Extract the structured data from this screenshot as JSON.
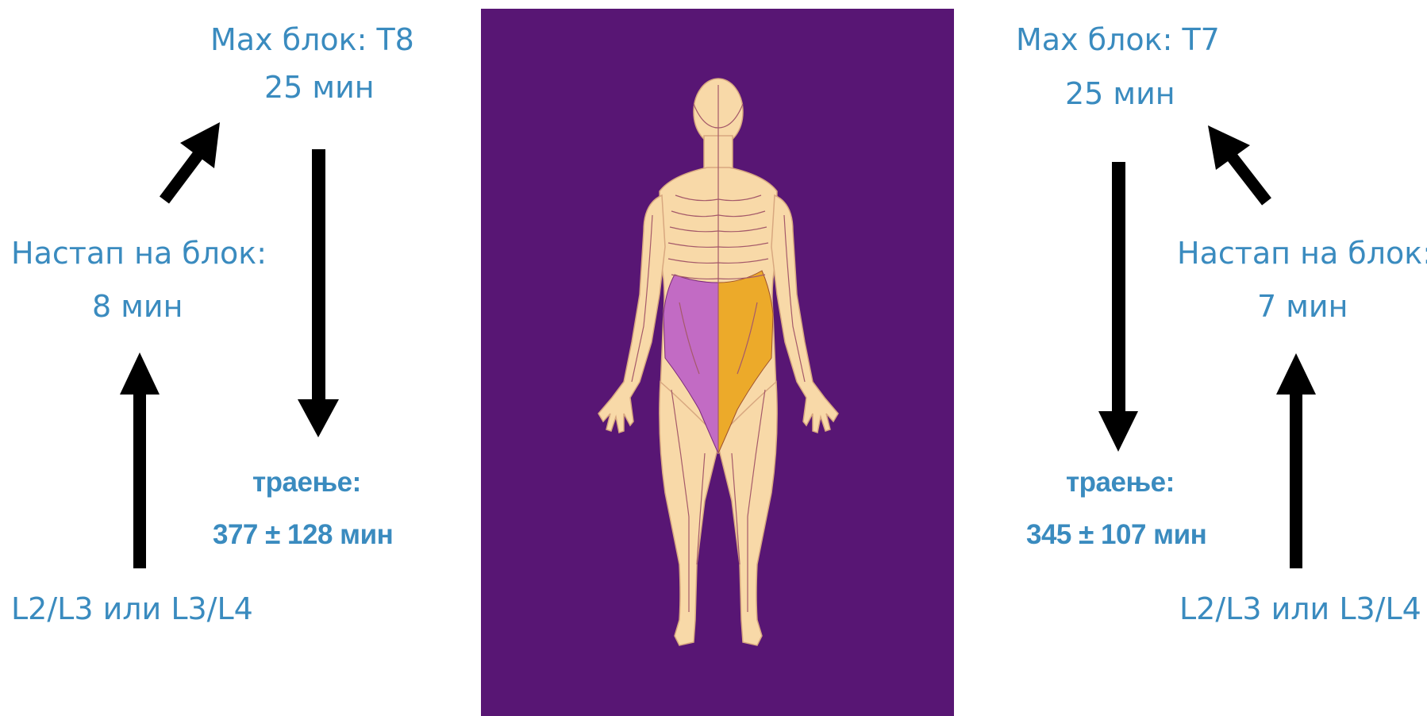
{
  "left": {
    "max_block": "Max  блок: T8",
    "max_time": "25 мин",
    "onset_label": "Настап на блок:",
    "onset_time": "8 мин",
    "duration_label": "траење:",
    "duration_value": "377 ± 128 мин",
    "level": "L2/L3 или L3/L4"
  },
  "right": {
    "max_block": "Max блок: T7",
    "max_time": "25 мин",
    "onset_label": "Настап на блок:",
    "onset_time": "7 мин",
    "duration_label": "траење:",
    "duration_value": "345 ± 107 мин",
    "level": "L2/L3 или L3/L4"
  },
  "colors": {
    "text": "#3a8bbf",
    "panel": "#581674",
    "skin": "#f8d9a8",
    "left_block": "#c26bc4",
    "right_block": "#ecaa2a"
  }
}
